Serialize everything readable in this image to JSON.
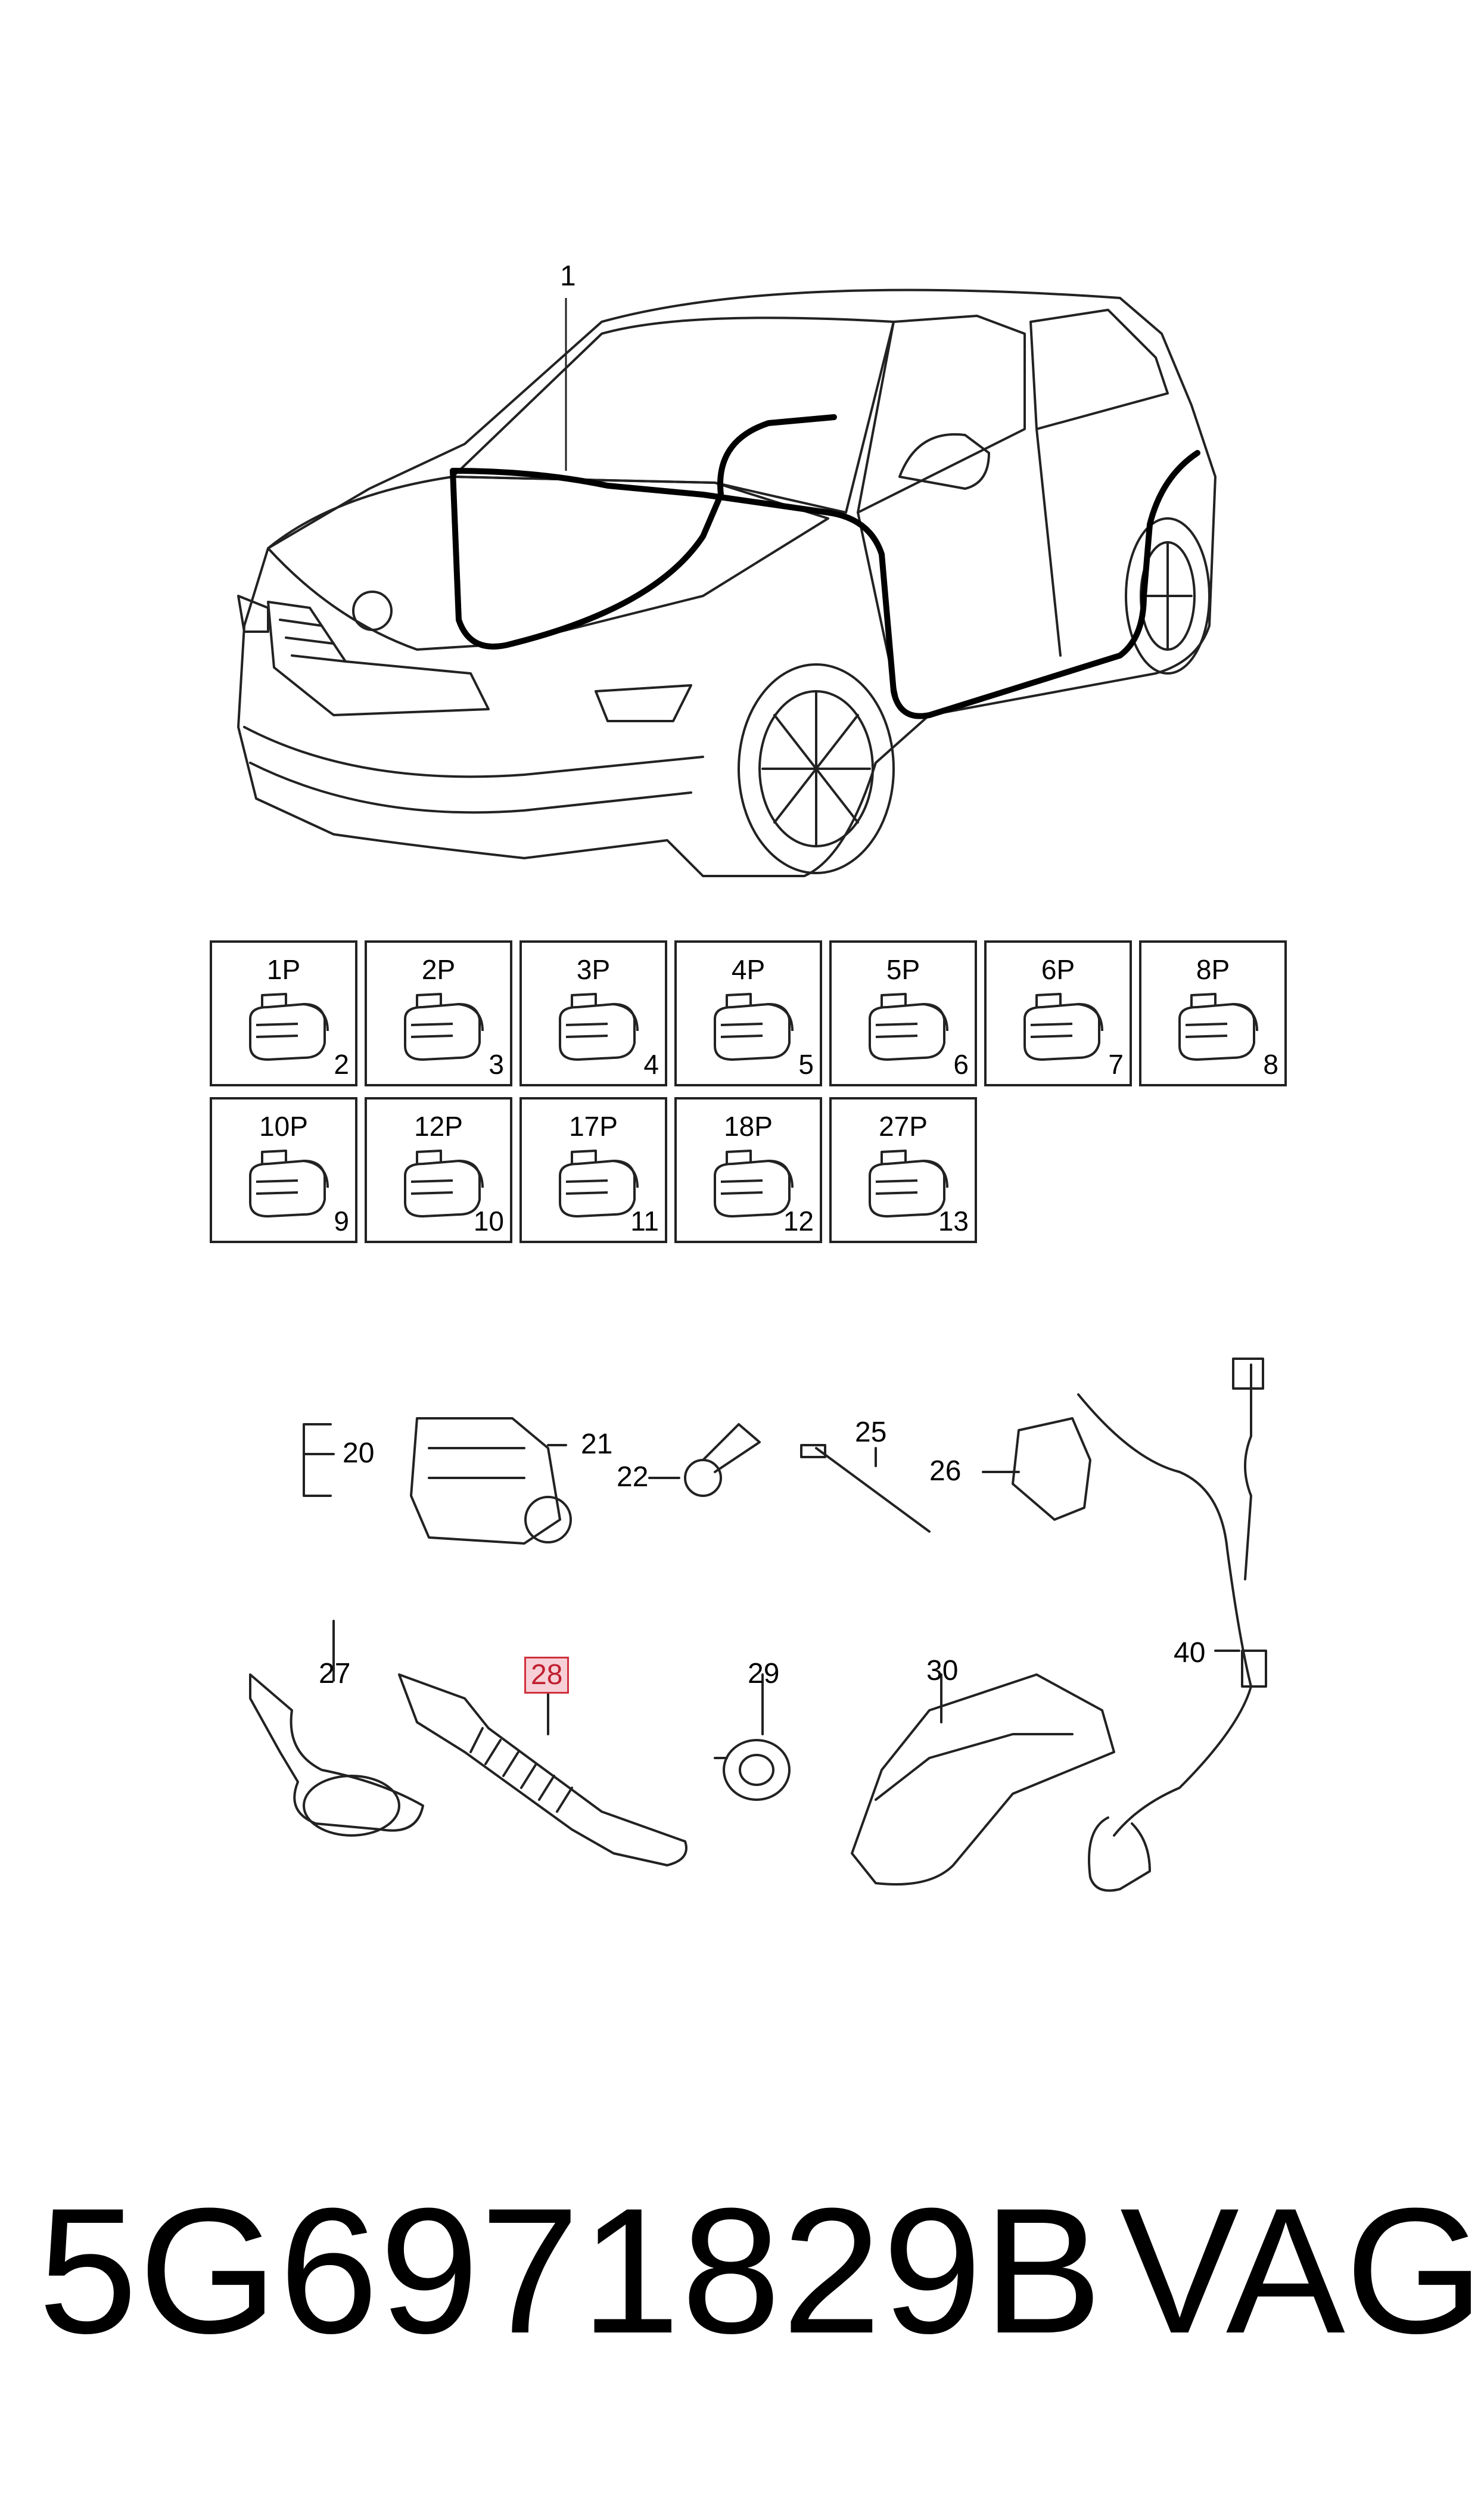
{
  "title_callout": "1",
  "connectors": [
    {
      "pins": "1P",
      "index": "2"
    },
    {
      "pins": "2P",
      "index": "3"
    },
    {
      "pins": "3P",
      "index": "4"
    },
    {
      "pins": "4P",
      "index": "5"
    },
    {
      "pins": "5P",
      "index": "6"
    },
    {
      "pins": "6P",
      "index": "7"
    },
    {
      "pins": "8P",
      "index": "8"
    },
    {
      "pins": "10P",
      "index": "9"
    },
    {
      "pins": "12P",
      "index": "10"
    },
    {
      "pins": "17P",
      "index": "11"
    },
    {
      "pins": "18P",
      "index": "12"
    },
    {
      "pins": "27P",
      "index": "13"
    }
  ],
  "callouts": {
    "c20": "20",
    "c21": "21",
    "c22": "22",
    "c25": "25",
    "c26": "26",
    "c27": "27",
    "c28": "28",
    "c29": "29",
    "c30": "30",
    "c40": "40"
  },
  "highlight_color": "#d0303c",
  "footer": {
    "part_number": "5G6971829B",
    "brand": "VAG"
  }
}
